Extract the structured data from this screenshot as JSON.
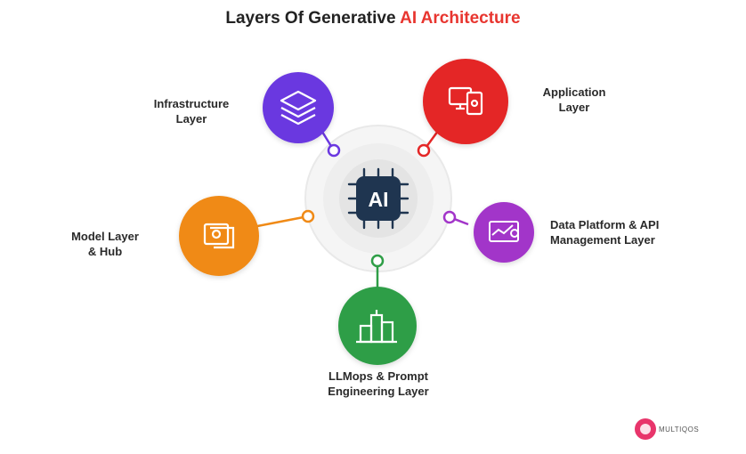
{
  "title": {
    "prefix": "Layers Of Generative ",
    "accent": "AI Architecture"
  },
  "hub": {
    "label": "AI",
    "icon": "ai-chip-icon"
  },
  "layers": [
    {
      "id": "infrastructure",
      "line1": "Infrastructure",
      "line2": "Layer",
      "color": "#6b38e0",
      "icon": "stack-layers-icon"
    },
    {
      "id": "application",
      "line1": "Application",
      "line2": "Layer",
      "color": "#e42626",
      "icon": "devices-icon"
    },
    {
      "id": "data-platform",
      "line1": "Data Platform & API",
      "line2": "Management Layer",
      "color": "#a235c9",
      "icon": "dashboard-chart-icon"
    },
    {
      "id": "llmops",
      "line1": "LLMops & Prompt",
      "line2": "Engineering Layer",
      "color": "#2f9e47",
      "icon": "buildings-icon"
    },
    {
      "id": "model",
      "line1": "Model Layer",
      "line2": "& Hub",
      "color": "#f08a16",
      "icon": "model-card-icon"
    }
  ],
  "brand": {
    "name": "MULTIQOS"
  }
}
